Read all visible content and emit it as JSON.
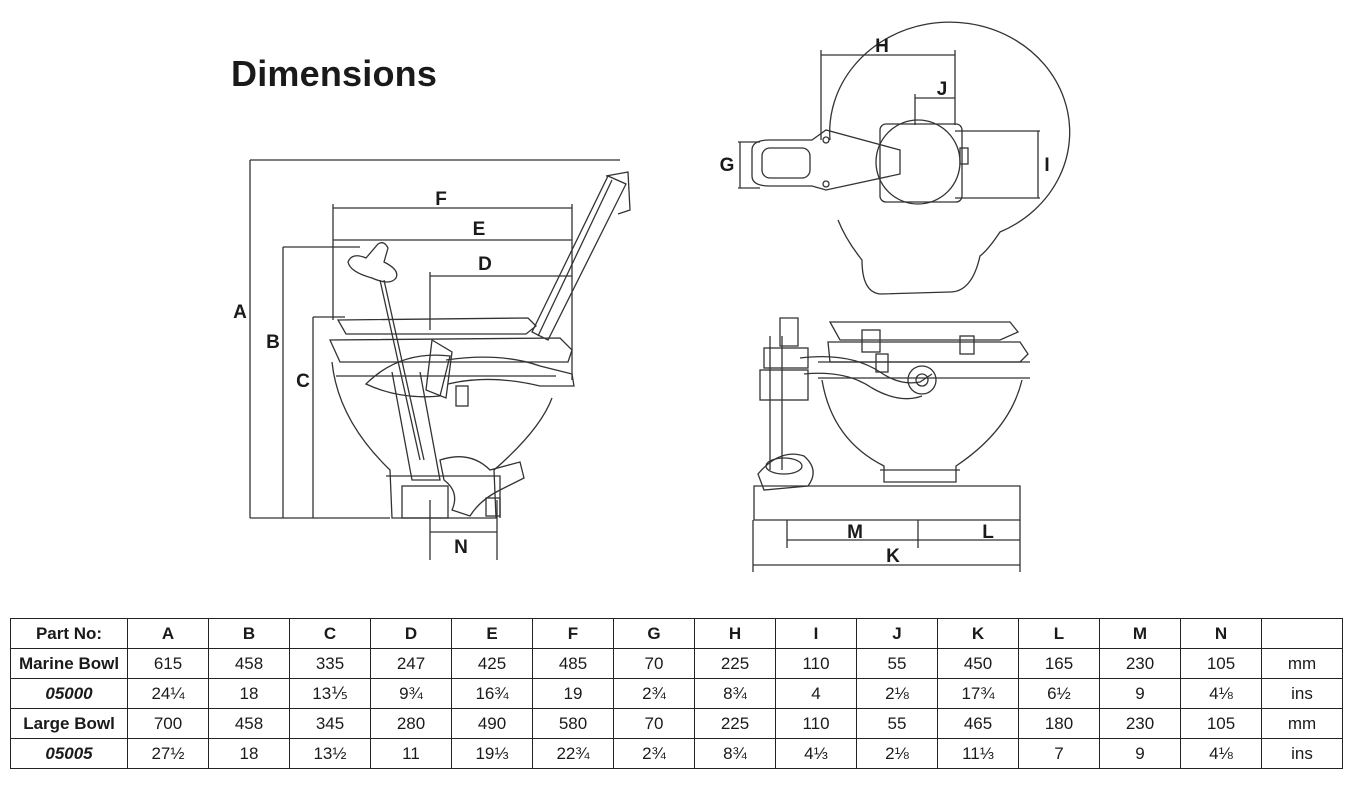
{
  "title": "Dimensions",
  "diagram_labels": {
    "a": "A",
    "b": "B",
    "c": "C",
    "d": "D",
    "e": "E",
    "f": "F",
    "g": "G",
    "h": "H",
    "i": "I",
    "j": "J",
    "k": "K",
    "l": "L",
    "m": "M",
    "n": "N"
  },
  "table": {
    "header": {
      "label": "Part No:",
      "cells": [
        "A",
        "B",
        "C",
        "D",
        "E",
        "F",
        "G",
        "H",
        "I",
        "J",
        "K",
        "L",
        "M",
        "N",
        ""
      ]
    },
    "rows": [
      {
        "label": "Marine Bowl",
        "italic": false,
        "cells": [
          "615",
          "458",
          "335",
          "247",
          "425",
          "485",
          "70",
          "225",
          "110",
          "55",
          "450",
          "165",
          "230",
          "105",
          "mm"
        ]
      },
      {
        "label": "05000",
        "italic": true,
        "cells": [
          "24¼",
          "18",
          "13⅕",
          "9¾",
          "16¾",
          "19",
          "2¾",
          "8¾",
          "4",
          "2⅛",
          "17¾",
          "6½",
          "9",
          "4⅛",
          "ins"
        ]
      },
      {
        "label": "Large Bowl",
        "italic": false,
        "cells": [
          "700",
          "458",
          "345",
          "280",
          "490",
          "580",
          "70",
          "225",
          "110",
          "55",
          "465",
          "180",
          "230",
          "105",
          "mm"
        ]
      },
      {
        "label": "05005",
        "italic": true,
        "cells": [
          "27½",
          "18",
          "13½",
          "11",
          "19⅓",
          "22¾",
          "2¾",
          "8¾",
          "4⅓",
          "2⅛",
          "11⅓",
          "7",
          "9",
          "4⅛",
          "ins"
        ]
      }
    ]
  }
}
